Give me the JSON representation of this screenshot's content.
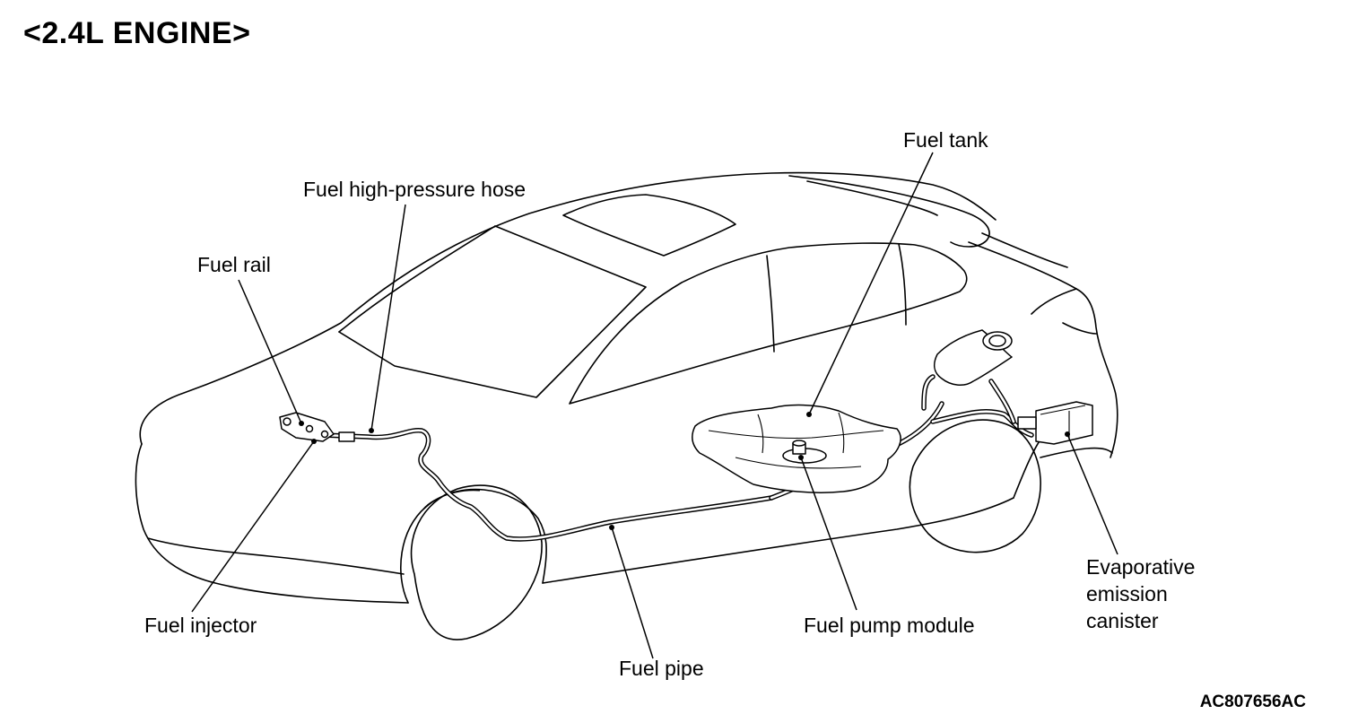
{
  "diagram": {
    "heading": "<2.4L ENGINE>",
    "labels": {
      "fuel_tank": "Fuel tank",
      "fuel_high_pressure_hose": "Fuel high-pressure hose",
      "fuel_rail": "Fuel rail",
      "fuel_injector": "Fuel injector",
      "fuel_pipe": "Fuel pipe",
      "fuel_pump_module": "Fuel pump module",
      "evaporative_emission_canister": [
        "Evaporative",
        "emission",
        "canister"
      ]
    },
    "figure_code": "AC807656AC"
  }
}
